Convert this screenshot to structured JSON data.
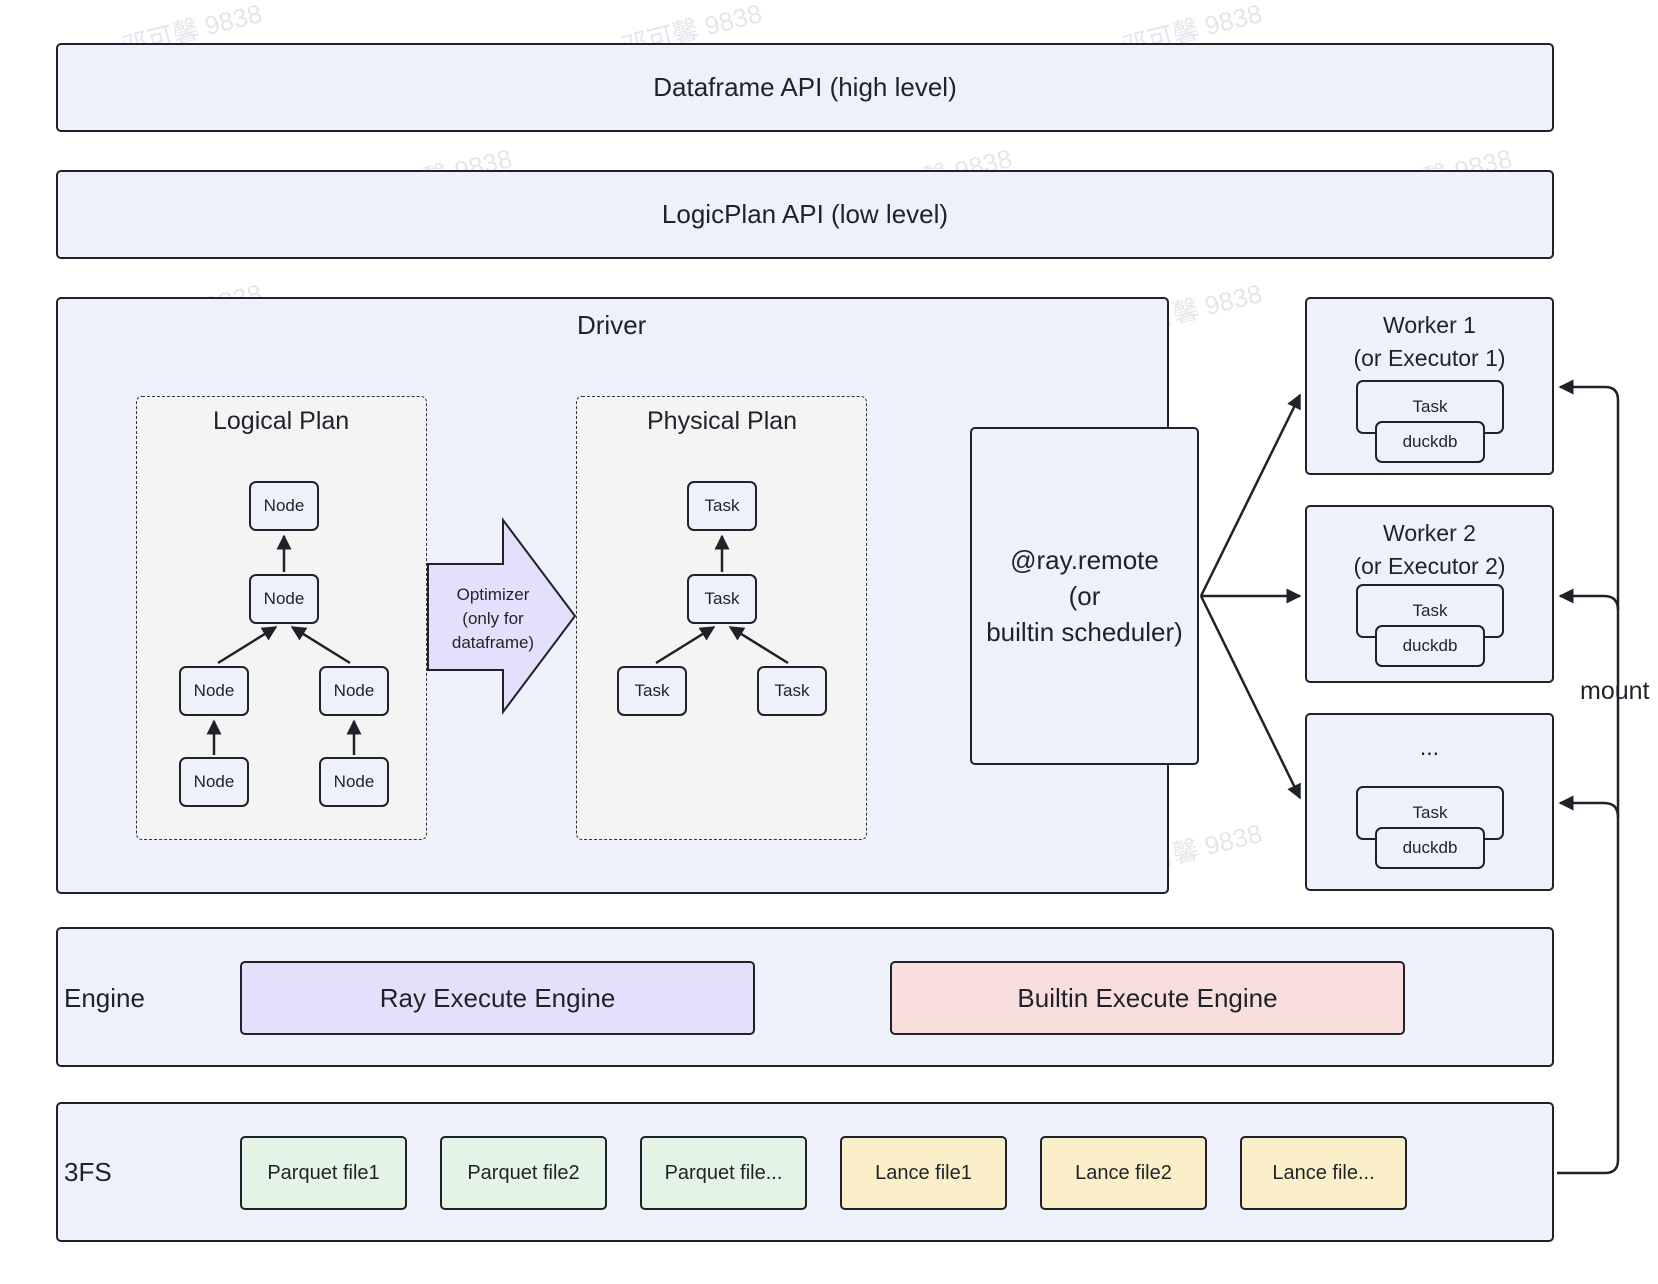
{
  "layers": {
    "dataframe_api": "Dataframe API (high level)",
    "logicplan_api": "LogicPlan API (low level)"
  },
  "driver": {
    "title": "Driver",
    "logical_plan": {
      "title": "Logical Plan",
      "node_label": "Node"
    },
    "optimizer": {
      "line1": "Optimizer",
      "line2": "(only for",
      "line3": "dataframe)"
    },
    "physical_plan": {
      "title": "Physical Plan",
      "task_label": "Task"
    },
    "scheduler": {
      "line1": "@ray.remote",
      "line2": "(or",
      "line3": "builtin scheduler)"
    }
  },
  "workers": [
    {
      "title_line1": "Worker 1",
      "title_line2": "(or Executor 1)",
      "task": "Task",
      "engine": "duckdb"
    },
    {
      "title_line1": "Worker 2",
      "title_line2": "(or Executor 2)",
      "task": "Task",
      "engine": "duckdb"
    },
    {
      "title_line1": "...",
      "title_line2": "",
      "task": "Task",
      "engine": "duckdb"
    }
  ],
  "mount_label": "mount",
  "engine": {
    "label": "Engine",
    "ray": "Ray Execute Engine",
    "builtin": "Builtin Execute Engine"
  },
  "storage": {
    "label": "3FS",
    "files": [
      "Parquet file1",
      "Parquet file2",
      "Parquet file...",
      "Lance file1",
      "Lance file2",
      "Lance file..."
    ]
  },
  "watermark": "邓可馨 9838",
  "colors": {
    "band_fill": "#eef1fa",
    "optimizer_fill": "#e4e0fb",
    "ray_engine_fill": "#e4e0fb",
    "builtin_engine_fill": "#f9dede",
    "parquet_fill": "#e3f3e6",
    "lance_fill": "#fbefc9"
  }
}
